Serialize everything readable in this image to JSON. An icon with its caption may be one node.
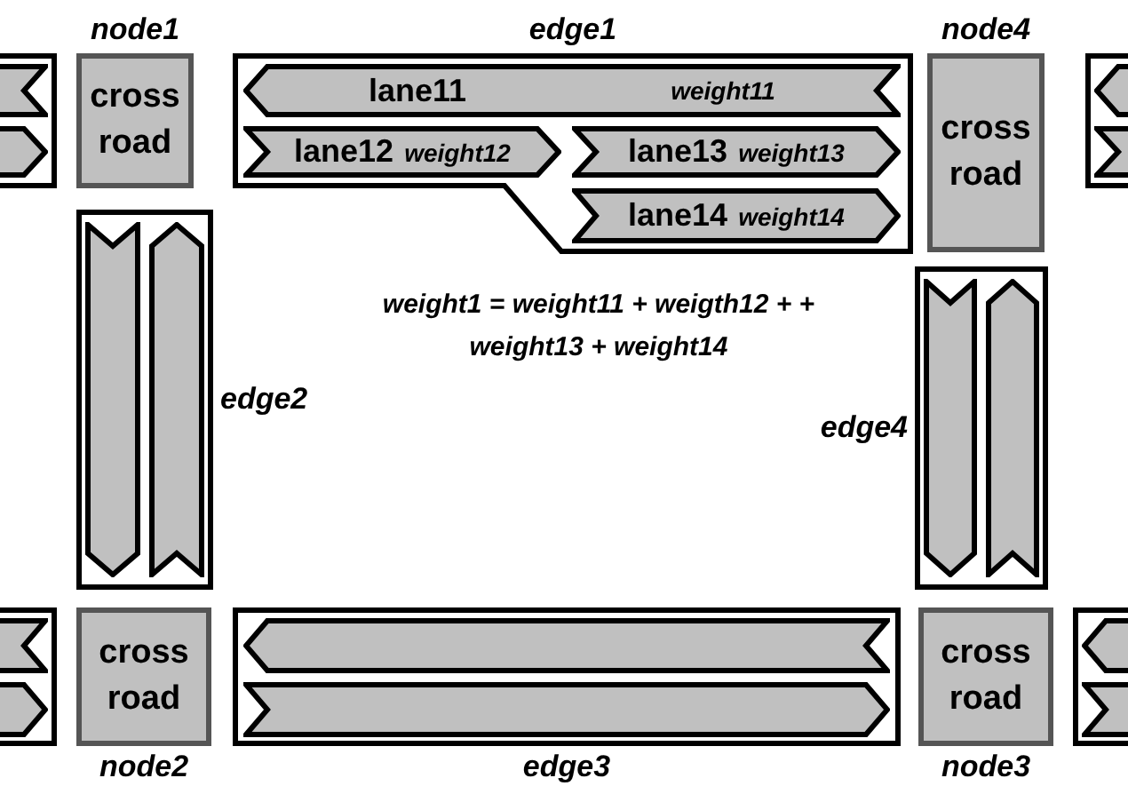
{
  "diagram": {
    "nodes": [
      {
        "text": [],
        "shape": "box"
      },
      {
        "text": [],
        "shape": "bar",
        "in": 0
      },
      {
        "text": [],
        "shape": "bar",
        "in": 0
      },
      {
        "text": [
          "node1",
          "cross road"
        ]
      },
      {
        "text": [
          "edge1"
        ]
      },
      {
        "text": [
          "lane11",
          "weight11"
        ],
        "in": 4
      },
      {
        "text": [
          "lane12",
          "weight12"
        ],
        "in": 4
      },
      {
        "text": [
          "lane13",
          "weight13"
        ],
        "in": 4
      },
      {
        "text": [
          "lane14",
          "weight14"
        ],
        "in": 4
      },
      {
        "text": [
          "node4",
          "cross road"
        ]
      },
      {
        "text": [],
        "shape": "box"
      },
      {
        "text": [],
        "shape": "bar",
        "in": 10
      },
      {
        "text": [],
        "shape": "bar",
        "in": 10
      },
      {
        "text": [
          "edge2"
        ]
      },
      {
        "text": [],
        "shape": "bar",
        "in": 13
      },
      {
        "text": [],
        "shape": "bar",
        "in": 13
      },
      {
        "text": [
          "edge4"
        ]
      },
      {
        "text": [],
        "shape": "bar",
        "in": 16
      },
      {
        "text": [],
        "shape": "bar",
        "in": 16
      },
      {
        "text": [],
        "shape": "box"
      },
      {
        "text": [],
        "shape": "bar",
        "in": 19
      },
      {
        "text": [],
        "shape": "bar",
        "in": 19
      },
      {
        "text": [
          "cross road",
          "node2"
        ]
      },
      {
        "text": [
          "edge3"
        ]
      },
      {
        "text": [],
        "shape": "bar",
        "in": 23
      },
      {
        "text": [],
        "shape": "bar",
        "in": 23
      },
      {
        "text": [
          "cross road",
          "node3"
        ]
      },
      {
        "text": [],
        "shape": "box"
      },
      {
        "text": [],
        "shape": "bar",
        "in": 27
      },
      {
        "text": [],
        "shape": "bar",
        "in": 27
      }
    ],
    "labels": [
      "weight1 = weight11 + weigth12 + + weight13 + weight14"
    ]
  }
}
